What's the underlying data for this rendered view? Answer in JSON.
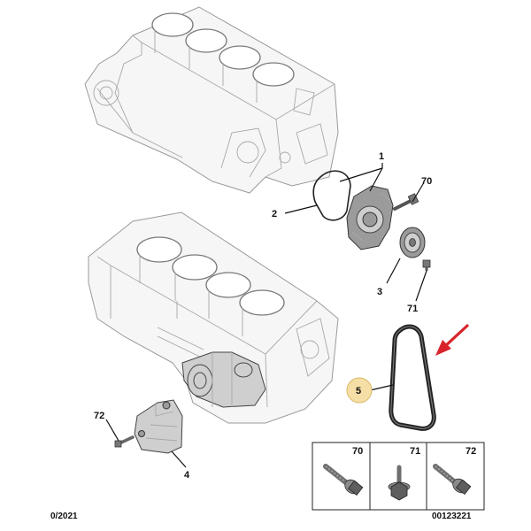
{
  "callouts": {
    "water_pump": "1",
    "gasket": "2",
    "pulley": "3",
    "bracket": "4",
    "belt": "5",
    "bolt_70": "70",
    "bolt_71": "71",
    "bolt_72": "72"
  },
  "fastener_table": [
    "70",
    "71",
    "72"
  ],
  "footer": {
    "date": "0/2021",
    "reference": "00123221"
  },
  "colors": {
    "highlight_circle": "#f6dfa6",
    "arrow": "#d8232a",
    "belt": "#222222"
  }
}
